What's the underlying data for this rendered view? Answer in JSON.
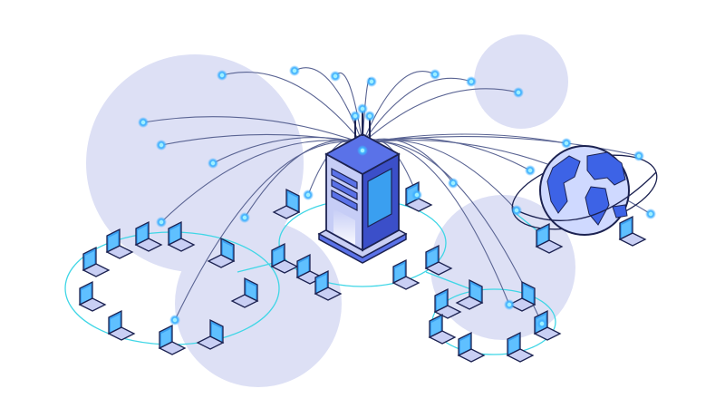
{
  "illustration": {
    "subject": "network-server-hub",
    "components": [
      "server-rack",
      "globe",
      "laptop-ring-left",
      "laptop-ring-center",
      "laptop-ring-right"
    ]
  },
  "colors": {
    "background": "#ffffff",
    "blob": "#dde0f5",
    "blob_alt": "#e3e6f8",
    "outline": "#1c2251",
    "server_body": "#c6cdf6",
    "server_front": "#5a72e8",
    "server_side": "#3b4fc9",
    "screen": "#3a9ff0",
    "screen_glow": "#5fc0ff",
    "laptop_base": "#c9cff4",
    "globe_ocean": "#cfd9ff",
    "globe_land": "#3d63e6",
    "wire": "#5a6493",
    "link_cyan": "#3fd6e6",
    "node_glow": "#48b4ff"
  }
}
